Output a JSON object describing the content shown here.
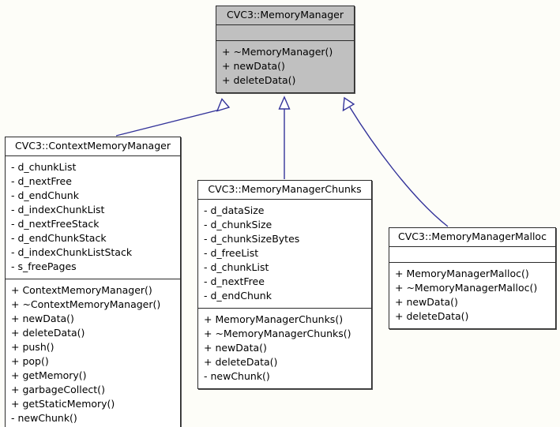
{
  "diagram": {
    "kind": "uml-class-inheritance-diagram",
    "background_color": "#fdfdf8",
    "edge_color": "#33339a",
    "root_fill_color": "#c0c0c0",
    "border_color": "#2b2b2b"
  },
  "classes": {
    "memorymanager": {
      "name": "CVC3::MemoryManager",
      "attributes": [],
      "operations": [
        {
          "visibility": "+",
          "label": "+ ~MemoryManager()"
        },
        {
          "visibility": "+",
          "label": "+ newData()"
        },
        {
          "visibility": "+",
          "label": "+ deleteData()"
        }
      ]
    },
    "contextmemorymanager": {
      "name": "CVC3::ContextMemoryManager",
      "attributes": [
        {
          "visibility": "-",
          "label": "- d_chunkList"
        },
        {
          "visibility": "-",
          "label": "- d_nextFree"
        },
        {
          "visibility": "-",
          "label": "- d_endChunk"
        },
        {
          "visibility": "-",
          "label": "- d_indexChunkList"
        },
        {
          "visibility": "-",
          "label": "- d_nextFreeStack"
        },
        {
          "visibility": "-",
          "label": "- d_endChunkStack"
        },
        {
          "visibility": "-",
          "label": "- d_indexChunkListStack"
        },
        {
          "visibility": "-",
          "label": "- s_freePages"
        }
      ],
      "operations": [
        {
          "visibility": "+",
          "label": "+ ContextMemoryManager()"
        },
        {
          "visibility": "+",
          "label": "+ ~ContextMemoryManager()"
        },
        {
          "visibility": "+",
          "label": "+ newData()"
        },
        {
          "visibility": "+",
          "label": "+ deleteData()"
        },
        {
          "visibility": "+",
          "label": "+ push()"
        },
        {
          "visibility": "+",
          "label": "+ pop()"
        },
        {
          "visibility": "+",
          "label": "+ getMemory()"
        },
        {
          "visibility": "+",
          "label": "+ garbageCollect()"
        },
        {
          "visibility": "+",
          "label": "+ getStaticMemory()"
        },
        {
          "visibility": "-",
          "label": "- newChunk()"
        }
      ]
    },
    "memorymanagerchunks": {
      "name": "CVC3::MemoryManagerChunks",
      "attributes": [
        {
          "visibility": "-",
          "label": "- d_dataSize"
        },
        {
          "visibility": "-",
          "label": "- d_chunkSize"
        },
        {
          "visibility": "-",
          "label": "- d_chunkSizeBytes"
        },
        {
          "visibility": "-",
          "label": "- d_freeList"
        },
        {
          "visibility": "-",
          "label": "- d_chunkList"
        },
        {
          "visibility": "-",
          "label": "- d_nextFree"
        },
        {
          "visibility": "-",
          "label": "- d_endChunk"
        }
      ],
      "operations": [
        {
          "visibility": "+",
          "label": "+ MemoryManagerChunks()"
        },
        {
          "visibility": "+",
          "label": "+ ~MemoryManagerChunks()"
        },
        {
          "visibility": "+",
          "label": "+ newData()"
        },
        {
          "visibility": "+",
          "label": "+ deleteData()"
        },
        {
          "visibility": "-",
          "label": "- newChunk()"
        }
      ]
    },
    "memorymanagermalloc": {
      "name": "CVC3::MemoryManagerMalloc",
      "attributes": [],
      "operations": [
        {
          "visibility": "+",
          "label": "+ MemoryManagerMalloc()"
        },
        {
          "visibility": "+",
          "label": "+ ~MemoryManagerMalloc()"
        },
        {
          "visibility": "+",
          "label": "+ newData()"
        },
        {
          "visibility": "+",
          "label": "+ deleteData()"
        }
      ]
    }
  },
  "edges": [
    {
      "from": "CVC3::ContextMemoryManager",
      "to": "CVC3::MemoryManager",
      "type": "inheritance"
    },
    {
      "from": "CVC3::MemoryManagerChunks",
      "to": "CVC3::MemoryManager",
      "type": "inheritance"
    },
    {
      "from": "CVC3::MemoryManagerMalloc",
      "to": "CVC3::MemoryManager",
      "type": "inheritance"
    }
  ]
}
